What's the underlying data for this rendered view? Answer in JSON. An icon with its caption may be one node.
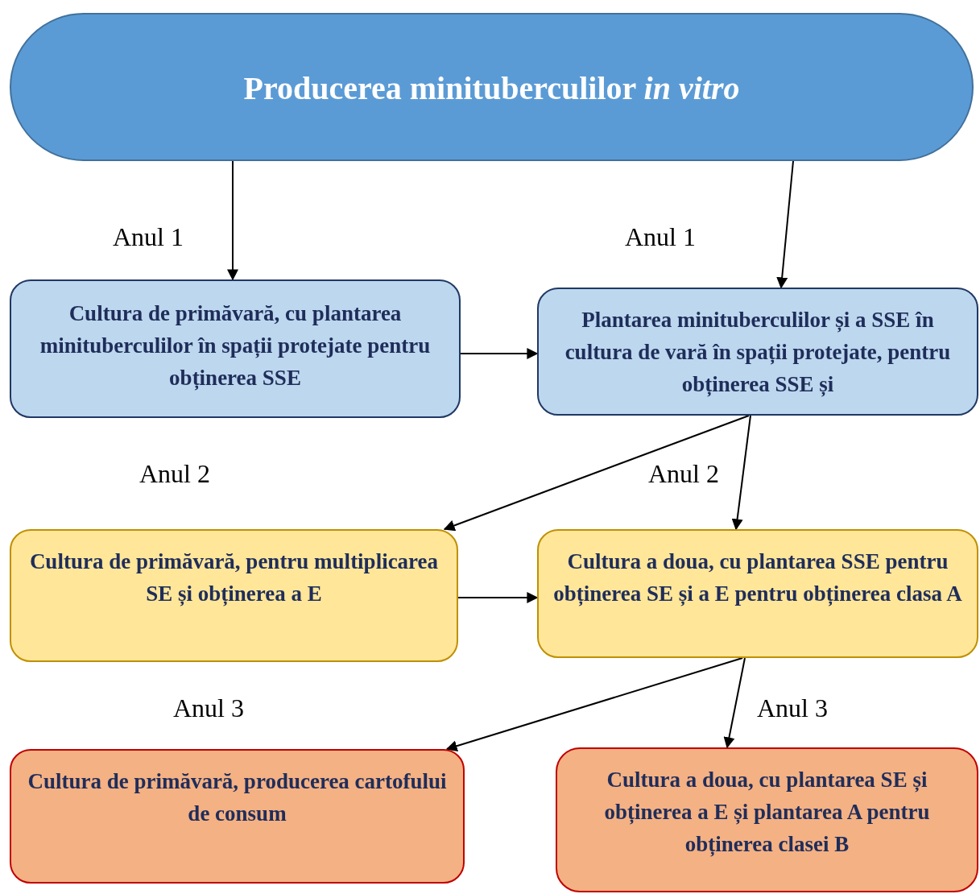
{
  "diagram": {
    "nodes": [
      {
        "text": [
          "Producerea  minituberculilor *in vitro*"
        ]
      },
      {
        "text": [
          "Cultura de primăvară, cu plantarea minituberculilor în spații protejate pentru obținerea SSE"
        ]
      },
      {
        "text": [
          "Plantarea minituberculilor și a SSE în cultura de vară în spații protejate, pentru obținerea SSE și"
        ]
      },
      {
        "text": [
          "Cultura de primăvară, pentru multiplicarea SE și obținerea a E"
        ]
      },
      {
        "text": [
          "Cultura a doua, cu plantarea SSE pentru obținerea SE și a E pentru obținerea clasa A"
        ]
      },
      {
        "text": [
          "Cultura de primăvară, producerea cartofului de consum"
        ]
      },
      {
        "text": [
          "Cultura a doua, cu plantarea SE și obținerea a E și plantarea A pentru obținerea clasei B"
        ]
      }
    ],
    "edges": [
      {
        "from": 0,
        "to": 1,
        "arrow": "to"
      },
      {
        "from": 0,
        "to": 2,
        "arrow": "to"
      },
      {
        "from": 1,
        "to": 2,
        "arrow": "to"
      },
      {
        "from": 2,
        "to": 3,
        "arrow": "to"
      },
      {
        "from": 2,
        "to": 4,
        "arrow": "to"
      },
      {
        "from": 3,
        "to": 4,
        "arrow": "to"
      },
      {
        "from": 4,
        "to": 5,
        "arrow": "to"
      },
      {
        "from": 4,
        "to": 6,
        "arrow": "to"
      }
    ],
    "labels": [
      "Anul 1",
      "Anul 1",
      "Anul 2",
      "Anul 2",
      "Anul 3",
      "Anul 3"
    ]
  }
}
